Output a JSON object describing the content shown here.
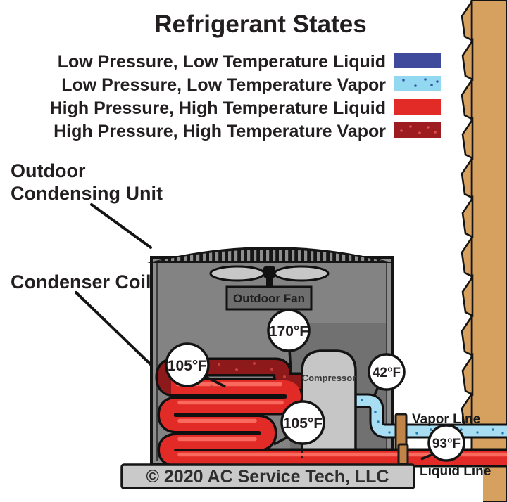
{
  "title": "Refrigerant States",
  "legend": {
    "items": [
      {
        "label": "Low Pressure, Low Temperature Liquid",
        "swatch": "low-pressure-liquid",
        "color": "#404a9d"
      },
      {
        "label": "Low Pressure, Low Temperature Vapor",
        "swatch": "low-pressure-vapor",
        "color": "#93d8f1"
      },
      {
        "label": "High Pressure, High Temperature Liquid",
        "swatch": "high-pressure-liquid",
        "color": "#e93231"
      },
      {
        "label": "High Pressure, High Temperature Vapor",
        "swatch": "high-pressure-vapor",
        "color": "#9c1c1f"
      }
    ],
    "labels": {
      "l1": "Low Pressure, Low Temperature Liquid",
      "l2": "Low Pressure, Low Temperature Vapor",
      "l3": "High Pressure, High Temperature Liquid",
      "l4": "High Pressure, High Temperature Vapor"
    }
  },
  "labels": {
    "outdoor_unit_line1": "Outdoor",
    "outdoor_unit_line2": "Condensing Unit",
    "condenser_coil": "Condenser Coil",
    "outdoor_fan": "Outdoor Fan",
    "compressor": "Compressor",
    "vapor_line": "Vapor Line",
    "liquid_line": "Liquid Line",
    "copyright": "© 2020 AC Service Tech, LLC"
  },
  "temperatures": {
    "discharge": "170°F",
    "coil_top": "105°F",
    "coil_bottom": "105°F",
    "suction": "42°F",
    "liquid": "93°F"
  },
  "colors": {
    "low_pressure_liquid_navy": "#404a9d",
    "low_pressure_vapor_blue": "#a9ddf2",
    "high_pressure_liquid_red": "#e22b27",
    "high_pressure_vapor_darkred": "#8e191b",
    "legend_vapor_blue": "#93d8f1",
    "legend_dark_red": "#9c1c1f",
    "wall_tan": "#d6a15e",
    "valve_tan": "#c08449",
    "unit_gray": "#8e8e8e",
    "panel_gray": "#717171",
    "compressor_gray": "#c6c6c6",
    "pad_gray": "#c9c9c9",
    "outline_black": "#141414",
    "highlight_red": "#f9695d"
  }
}
